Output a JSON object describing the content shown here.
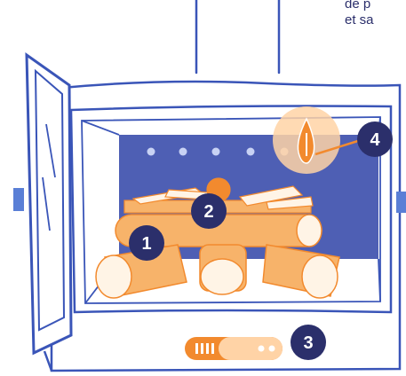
{
  "caption": {
    "line1": "de p",
    "line2": "et sa"
  },
  "badges": [
    {
      "number": "1"
    },
    {
      "number": "2"
    },
    {
      "number": "3"
    },
    {
      "number": "4"
    }
  ],
  "colors": {
    "navy": "#2b2f6b",
    "stroke_blue": "#3a55b8",
    "back_wall": "#4e5fb4",
    "orange": "#f28a2e",
    "light_orange": "#f7b36a",
    "peach": "#ffd3a6"
  }
}
